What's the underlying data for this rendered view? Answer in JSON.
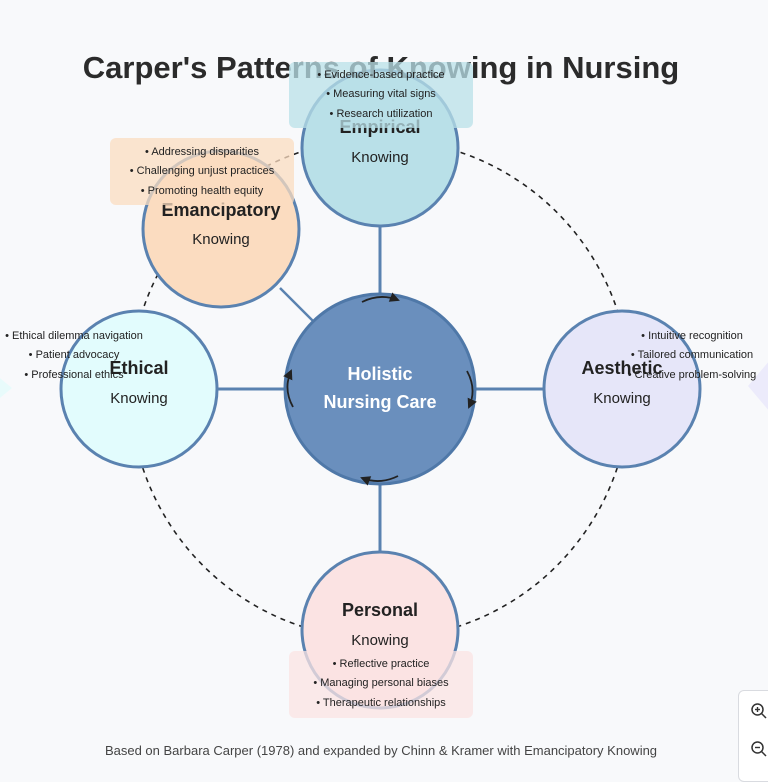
{
  "title": "Carper's Patterns of Knowing in Nursing",
  "center": {
    "line1": "Holistic",
    "line2": "Nursing Care",
    "color": "#6a8fbd"
  },
  "nodes": {
    "empirical": {
      "name": "Empirical",
      "sub": "Knowing",
      "fill": "#b9e0e8",
      "bullets": [
        "• Evidence-based practice",
        "• Measuring vital signs",
        "• Research utilization"
      ]
    },
    "emancipatory": {
      "name": "Emancipatory",
      "sub": "Knowing",
      "fill": "#fbdcc0",
      "bullets": [
        "• Addressing disparities",
        "• Challenging unjust practices",
        "• Promoting health equity"
      ]
    },
    "ethical": {
      "name": "Ethical",
      "sub": "Knowing",
      "fill": "#e2fcfd",
      "bullets": [
        "• Ethical dilemma navigation",
        "• Patient advocacy",
        "• Professional ethics"
      ]
    },
    "aesthetic": {
      "name": "Aesthetic",
      "sub": "Knowing",
      "fill": "#e6e6f9",
      "bullets": [
        "• Intuitive recognition",
        "• Tailored communication",
        "• Creative problem-solving"
      ]
    },
    "personal": {
      "name": "Personal",
      "sub": "Knowing",
      "fill": "#fbe3e3",
      "bullets": [
        "• Reflective practice",
        "• Managing personal biases",
        "• Therapeutic relationships"
      ]
    }
  },
  "footer": "Based on Barbara Carper (1978) and expanded by Chinn & Kramer with Emancipatory Knowing",
  "colors": {
    "stroke": "#5a82b0",
    "arrow": "#222222",
    "dashed": "#222222"
  },
  "zoom": {
    "in_icon": "zoom-in-icon",
    "out_icon": "zoom-out-icon"
  }
}
